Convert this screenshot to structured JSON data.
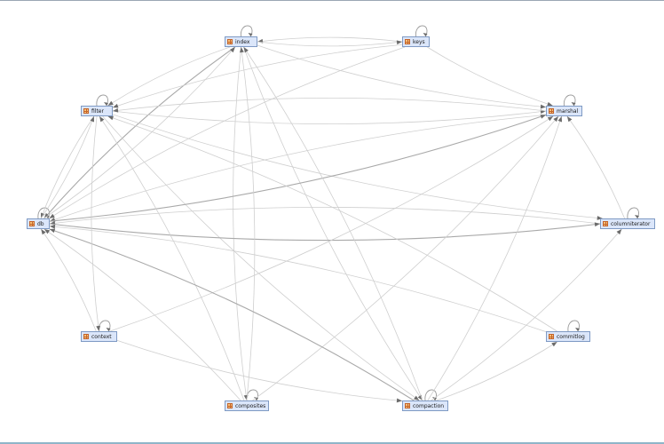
{
  "nodes": [
    {
      "id": "index",
      "label": "index"
    },
    {
      "id": "keys",
      "label": "keys"
    },
    {
      "id": "filter",
      "label": "filter"
    },
    {
      "id": "marshal",
      "label": "marshal"
    },
    {
      "id": "db",
      "label": "db"
    },
    {
      "id": "columniterator",
      "label": "columniterator"
    },
    {
      "id": "context",
      "label": "context"
    },
    {
      "id": "commitlog",
      "label": "commitlog"
    },
    {
      "id": "composites",
      "label": "composites"
    },
    {
      "id": "compaction",
      "label": "compaction"
    }
  ],
  "edges": [
    [
      "index",
      "index"
    ],
    [
      "keys",
      "keys"
    ],
    [
      "filter",
      "filter"
    ],
    [
      "marshal",
      "marshal"
    ],
    [
      "db",
      "db"
    ],
    [
      "columniterator",
      "columniterator"
    ],
    [
      "context",
      "context"
    ],
    [
      "commitlog",
      "commitlog"
    ],
    [
      "composites",
      "composites"
    ],
    [
      "compaction",
      "compaction"
    ],
    [
      "keys",
      "index"
    ],
    [
      "index",
      "keys"
    ],
    [
      "index",
      "filter"
    ],
    [
      "index",
      "db"
    ],
    [
      "index",
      "marshal"
    ],
    [
      "index",
      "composites"
    ],
    [
      "index",
      "compaction"
    ],
    [
      "keys",
      "filter"
    ],
    [
      "keys",
      "db"
    ],
    [
      "keys",
      "marshal"
    ],
    [
      "filter",
      "db"
    ],
    [
      "db",
      "filter"
    ],
    [
      "filter",
      "marshal"
    ],
    [
      "filter",
      "columniterator"
    ],
    [
      "filter",
      "compaction"
    ],
    [
      "marshal",
      "db"
    ],
    [
      "marshal",
      "filter"
    ],
    [
      "db",
      "marshal"
    ],
    [
      "columniterator",
      "db"
    ],
    [
      "db",
      "columniterator"
    ],
    [
      "columniterator",
      "marshal"
    ],
    [
      "context",
      "db"
    ],
    [
      "context",
      "marshal"
    ],
    [
      "commitlog",
      "db"
    ],
    [
      "commitlog",
      "filter"
    ],
    [
      "composites",
      "db"
    ],
    [
      "composites",
      "filter"
    ],
    [
      "composites",
      "index"
    ],
    [
      "composites",
      "marshal"
    ],
    [
      "compaction",
      "db"
    ],
    [
      "compaction",
      "index"
    ],
    [
      "compaction",
      "marshal"
    ],
    [
      "compaction",
      "columniterator"
    ],
    [
      "compaction",
      "commitlog"
    ],
    [
      "context",
      "compaction"
    ],
    [
      "db",
      "index"
    ],
    [
      "filter",
      "context"
    ]
  ],
  "dark_edges": [
    [
      "compaction",
      "db"
    ],
    [
      "db",
      "marshal"
    ],
    [
      "index",
      "db"
    ],
    [
      "db",
      "columniterator"
    ]
  ]
}
